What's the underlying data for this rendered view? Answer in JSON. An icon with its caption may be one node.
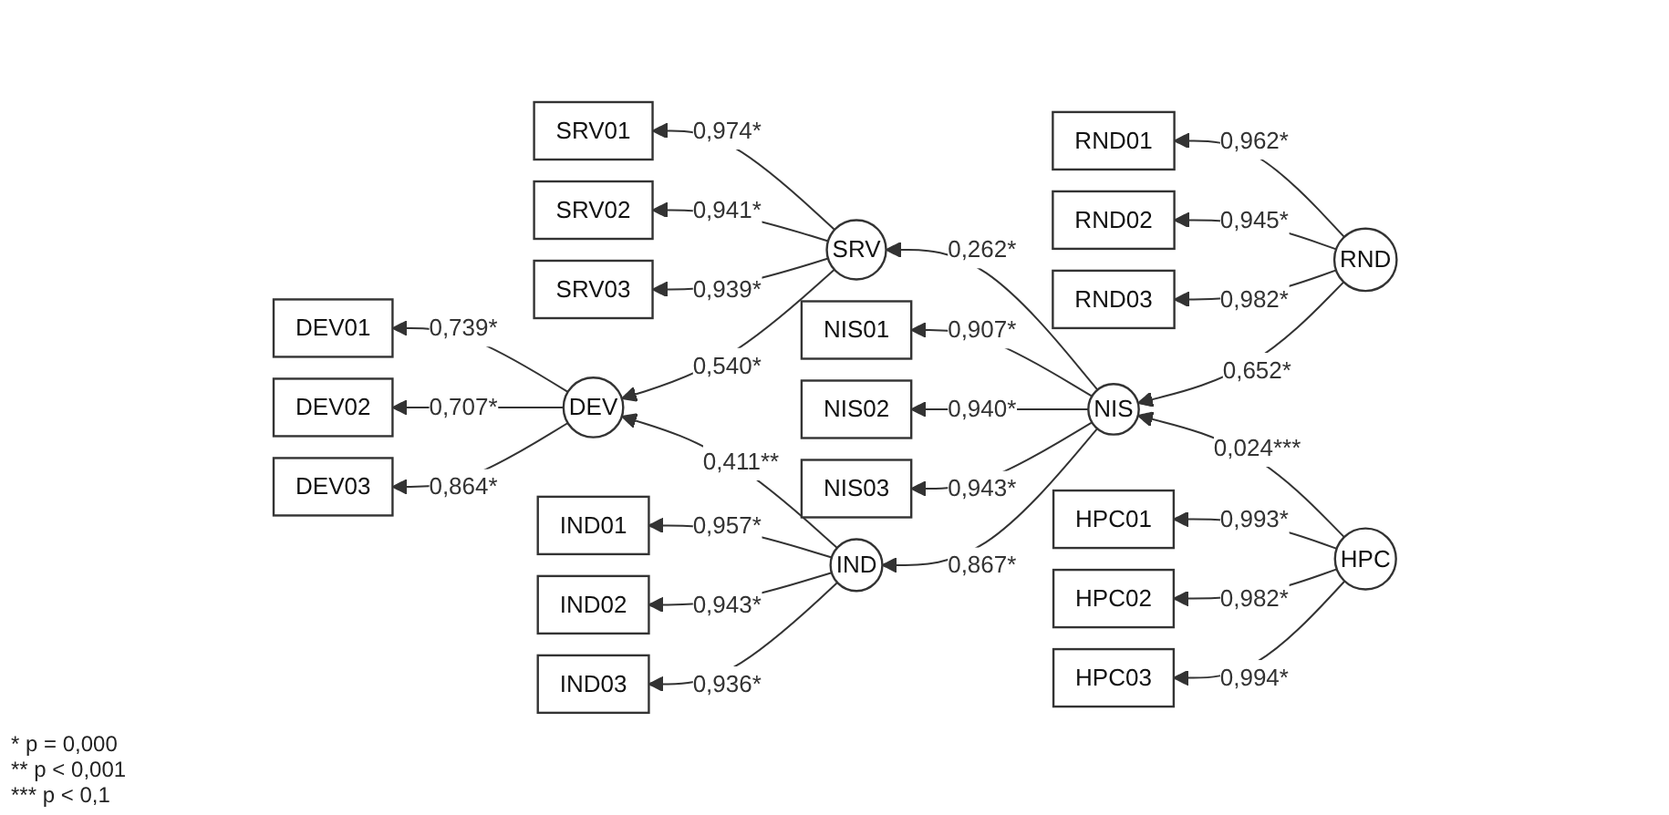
{
  "diagram": {
    "nodes": [
      {
        "text": [
          "SRV01"
        ]
      },
      {
        "text": [
          "SRV02"
        ]
      },
      {
        "text": [
          "SRV03"
        ]
      },
      {
        "text": [
          "RND01"
        ]
      },
      {
        "text": [
          "RND"
        ]
      },
      {
        "text": [
          "RND02"
        ]
      },
      {
        "text": [
          "RND03"
        ]
      },
      {
        "text": [
          "SRV"
        ]
      },
      {
        "text": [
          "DEV01"
        ]
      },
      {
        "text": [
          "NIS01"
        ]
      },
      {
        "text": [
          "DEV02"
        ]
      },
      {
        "text": [
          "DEV"
        ]
      },
      {
        "text": [
          "NIS"
        ]
      },
      {
        "text": [
          "NIS02"
        ]
      },
      {
        "text": [
          "DEV03"
        ]
      },
      {
        "text": [
          "NIS03"
        ]
      },
      {
        "text": [
          "IND"
        ]
      },
      {
        "text": [
          "HPC01"
        ]
      },
      {
        "text": [
          "HPC"
        ]
      },
      {
        "text": [
          "HPC02"
        ]
      },
      {
        "text": [
          "IND01"
        ]
      },
      {
        "text": [
          "IND02"
        ]
      },
      {
        "text": [
          "IND03"
        ]
      },
      {
        "text": [
          "HPC03"
        ]
      }
    ],
    "edges": [
      {
        "from": 12,
        "to": 7,
        "label": "0,262*",
        "arrow": "to"
      },
      {
        "from": 7,
        "to": 11,
        "label": "0,540*",
        "arrow": "to"
      },
      {
        "from": 12,
        "to": 16,
        "label": "0,867*",
        "arrow": "to"
      },
      {
        "from": 16,
        "to": 11,
        "label": "0,411**",
        "arrow": "to"
      },
      {
        "from": 4,
        "to": 12,
        "label": "0,652*",
        "arrow": "to"
      },
      {
        "from": 18,
        "to": 12,
        "label": "0,024***",
        "arrow": "to"
      },
      {
        "from": 7,
        "to": 0,
        "label": "0,974*",
        "arrow": "to"
      },
      {
        "from": 7,
        "to": 1,
        "label": "0,941*",
        "arrow": "to"
      },
      {
        "from": 7,
        "to": 2,
        "label": "0,939*",
        "arrow": "to"
      },
      {
        "from": 11,
        "to": 8,
        "label": "0,739*",
        "arrow": "to"
      },
      {
        "from": 11,
        "to": 10,
        "label": "0,707*",
        "arrow": "to"
      },
      {
        "from": 11,
        "to": 14,
        "label": "0,864*",
        "arrow": "to"
      },
      {
        "from": 16,
        "to": 20,
        "label": "0,957*",
        "arrow": "to"
      },
      {
        "from": 16,
        "to": 21,
        "label": "0,943*",
        "arrow": "to"
      },
      {
        "from": 16,
        "to": 22,
        "label": "0,936*",
        "arrow": "to"
      },
      {
        "from": 4,
        "to": 3,
        "label": "0,962*",
        "arrow": "to"
      },
      {
        "from": 4,
        "to": 5,
        "label": "0,945*",
        "arrow": "to"
      },
      {
        "from": 4,
        "to": 6,
        "label": "0,982*",
        "arrow": "to"
      },
      {
        "from": 12,
        "to": 9,
        "label": "0,907*",
        "arrow": "to"
      },
      {
        "from": 12,
        "to": 13,
        "label": "0,940*",
        "arrow": "to"
      },
      {
        "from": 12,
        "to": 15,
        "label": "0,943*",
        "arrow": "to"
      },
      {
        "from": 18,
        "to": 17,
        "label": "0,993*",
        "arrow": "to"
      },
      {
        "from": 18,
        "to": 19,
        "label": "0,982*",
        "arrow": "to"
      },
      {
        "from": 18,
        "to": 23,
        "label": "0,994*",
        "arrow": "to"
      }
    ],
    "labels": [
      "* p = 0,000",
      "** p < 0,001",
      "*** p < 0,1"
    ]
  }
}
